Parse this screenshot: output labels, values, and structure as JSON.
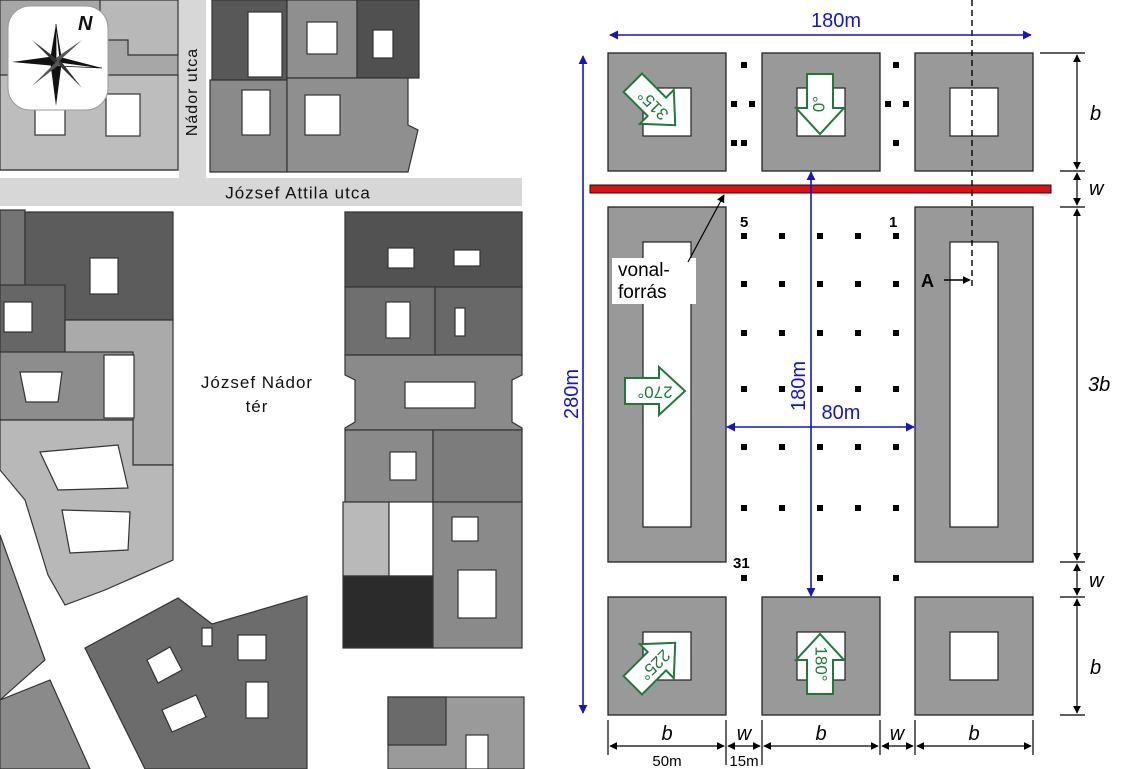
{
  "map": {
    "street_nador": "Nádor utca",
    "street_jozsef_attila": "József Attila utca",
    "square_line1": "József Nádor",
    "square_line2": "tér",
    "compass_letter": "N",
    "compass_icon": "compass-rose-icon"
  },
  "diagram": {
    "top_width_label": "180m",
    "total_height_label": "280m",
    "inner_height_label": "180m",
    "inner_width_label": "80m",
    "source_label_line1": "vonal-",
    "source_label_line2": "forrás",
    "point_label_first": "1",
    "point_label_fifth": "5",
    "point_label_31": "31",
    "point_A": "A",
    "right_dims": {
      "top_b": "b",
      "w1": "w",
      "middle_3b": "3b",
      "w2": "w",
      "bottom_b": "b"
    },
    "bottom_dims": {
      "b1": "b",
      "w1": "w",
      "b2": "b",
      "w2": "w",
      "b3": "b",
      "b_value": "50m",
      "w_value": "15m"
    },
    "wind_arrows": [
      {
        "label": "315°",
        "direction_deg": 315
      },
      {
        "label": "0°",
        "direction_deg": 0
      },
      {
        "label": "270°",
        "direction_deg": 270
      },
      {
        "label": "225°",
        "direction_deg": 225
      },
      {
        "label": "180°",
        "direction_deg": 180
      }
    ],
    "colors": {
      "dimension_blue": "#1515c8",
      "source_red": "#dd1111",
      "arrow_green": "#1f7a3a",
      "building_gray": "#999999"
    }
  }
}
